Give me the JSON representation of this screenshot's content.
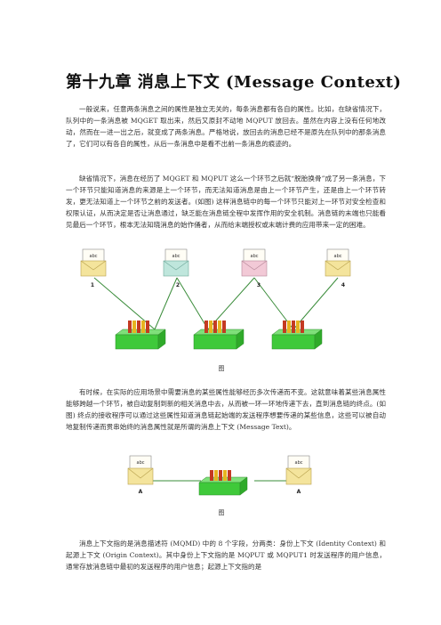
{
  "title": "第十九章  消息上下文  (Message Context)",
  "paragraphs": [
    "一般说来，任意两条消息之间的属性是独立无关的，每条消息都有各自的属性。比如，在缺省情况下，队列中的一条消息被 MQGET 取出来，然后又原封不动地 MQPUT 放回去。虽然在内容上没有任何地改动，然而在一进一出之后，就变成了两条消息。严格地说，放回去的消息已经不是原先在队列中的那条消息了，它们可以有各自的属性，从后一条消息中是看不出前一条消息的痕迹的。",
    "缺省情况下，消息在经历了 MQGET 和 MQPUT 这么一个环节之后就“脱胎换骨”成了另一条消息，下一个环节只能知道消息的来源是上一个环节，而无法知道消息是由上一个环节产生，还是由上一个环节转发，更无法知道上一个环节之前的发送者。(如图) 这样消息链中的每一个环节只能对上一环节对安全检查和权限认证，从而决定是否让消息通过，缺乏能在消息链全程中发挥作用的安全机制。消息链的末端也只能看见最后一个环节，根本无法知晓消息的始作俑者，从而给末端授权或末端计费的应用带来一定的困难。",
    "有时候，在实际的应用场景中需要消息的某些属性能够经历多次传递而不变。这就意味着某些消息属性能够跨越一个环节，被自动复制到新的相关消息中去，从而被一环一环地传递下去，直到消息链的终点。(如图) 终点的接收程序可以通过这些属性知道消息链起始端的发送程序想要传递的某些信息，这些可以被自动地复制传递而贯串始终的消息属性就是所谓的消息上下文 (Message Text)。",
    "消息上下文指的是消息描述符 (MQMD) 中的 8 个字段，分两类：身份上下文 (Identity Context) 和 起源上下文 (Origin Context)。其中身份上下文指的是 MQPUT 或 MQPUT1 时发送程序的用户信息，通常存放消息链中最初的发送程序的用户信息；起源上下文指的是"
  ],
  "figure1": {
    "envelope_label": "abc",
    "numbers": [
      "1",
      "2",
      "3",
      "4"
    ],
    "caption": "图"
  },
  "figure2": {
    "envelope_label": "abc",
    "letters": [
      "A",
      "A"
    ],
    "caption": "图"
  },
  "colors": {
    "envelope_yellow": "#f4e49c",
    "envelope_teal": "#bfe6dc",
    "envelope_pink": "#f2c9d6",
    "queue_green": "#3fc93a",
    "message_red": "#c43a22",
    "message_gold": "#e7b31f",
    "line": "#2f7f3f"
  }
}
